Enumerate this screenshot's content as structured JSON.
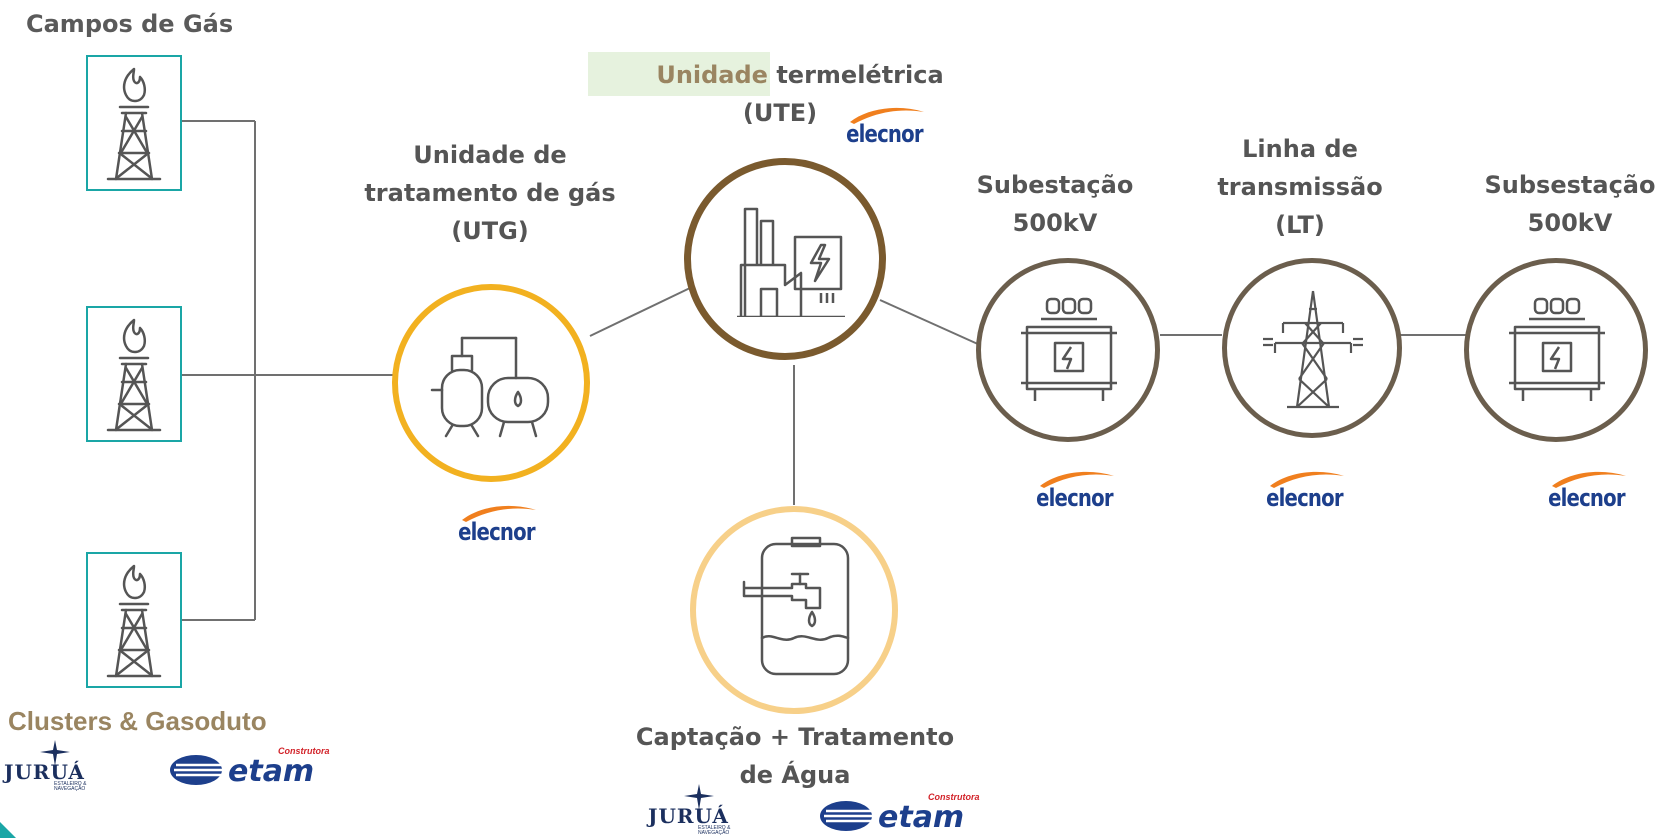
{
  "gas_fields": {
    "title": "Campos de Gás"
  },
  "clusters": {
    "title": "Clusters & Gasoduto"
  },
  "utg": {
    "line1": "Unidade de",
    "line2": "tratamento de gás",
    "line3": "(UTG)"
  },
  "ute": {
    "highlight": "Unidade",
    "line1_rest": "termelétrica",
    "line2": "(UTE)"
  },
  "sub1": {
    "line1": "Subestação",
    "line2": "500kV"
  },
  "lt": {
    "line1": "Linha de",
    "line2": "transmissão",
    "line3": "(LT)"
  },
  "sub2": {
    "line1": "Subsestação",
    "line2": "500kV"
  },
  "water": {
    "line1": "Captação + Tratamento",
    "line2": "de Água"
  },
  "logos": {
    "elecnor": "elecnor",
    "jurua": "JURUÁ",
    "jurua_sub": "ESTALEIRO & NAVEGAÇÃO",
    "etam": "etam",
    "etam_small": "Construtora"
  },
  "colors": {
    "teal": "#1aa6a6",
    "utg_ring": "#f2b120",
    "ute_ring": "#7a5a2e",
    "node_ring": "#6b5e4d",
    "water_ring": "#f7d089",
    "label": "#555555",
    "accent_text": "#9a8561",
    "highlight_bg": "#e6f2de",
    "elecnor_blue": "#1d3f8c",
    "elecnor_orange": "#f07f1e"
  },
  "icons": [
    "gas-well-icon",
    "gas-plant-icon",
    "power-plant-icon",
    "transformer-icon",
    "transmission-tower-icon",
    "water-treatment-icon"
  ]
}
